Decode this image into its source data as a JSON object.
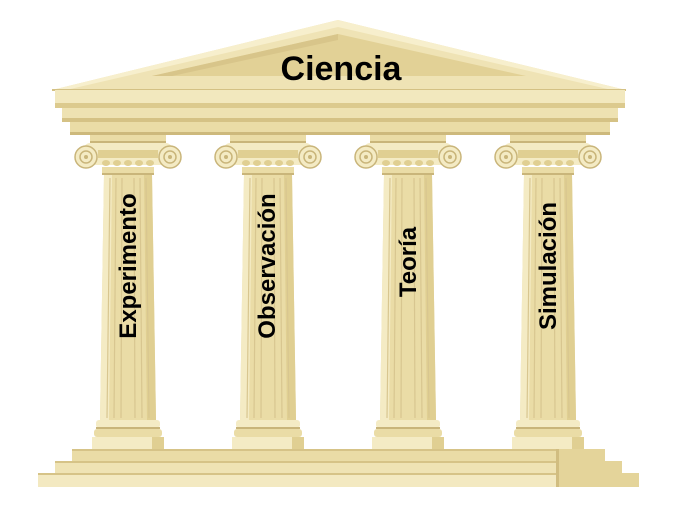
{
  "diagram": {
    "roof_title": "Ciencia",
    "pillars": [
      {
        "label": "Experimento"
      },
      {
        "label": "Observación"
      },
      {
        "label": "Teoría"
      },
      {
        "label": "Simulación"
      }
    ]
  },
  "colors": {
    "stone_light": "#F4EBC4",
    "stone": "#EADCA6",
    "stone_mid": "#E0CF92",
    "stone_dark": "#C9B57A",
    "fluting": "#D8C690",
    "text": "#000000"
  }
}
